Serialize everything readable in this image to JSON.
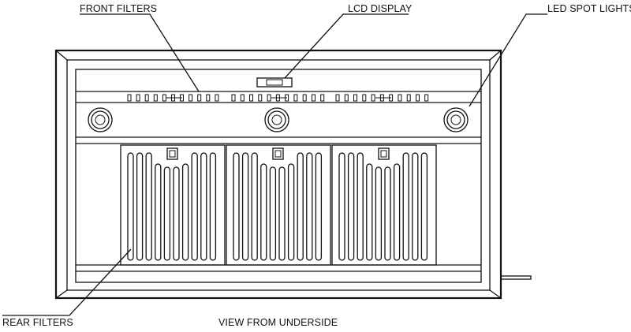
{
  "diagram": {
    "labels": {
      "front_filters": "FRONT FILTERS",
      "lcd_display": "LCD DISPLAY",
      "led_spot_lights": "LED SPOT LIGHTS",
      "rear_filters": "REAR FILTERS",
      "view": "VIEW FROM UNDERSIDE"
    },
    "filter_panels": 3,
    "spot_lights": 3
  }
}
